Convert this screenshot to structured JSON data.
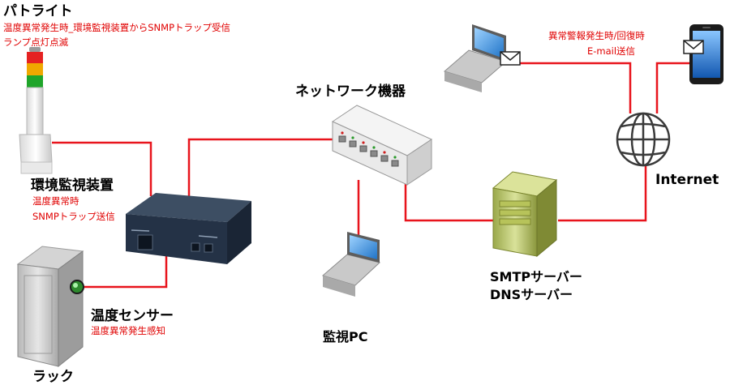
{
  "colors": {
    "link": "#e8141c",
    "note_text": "#e00000",
    "label_text": "#000000"
  },
  "patlite": {
    "title": "パトライト",
    "note_line1": "温度異常発生時_環境監視装置からSNMPトラップ受信",
    "note_line2": "ランプ点灯点滅"
  },
  "monitor_device": {
    "title": "環境監視装置",
    "note_line1": "温度異常時",
    "note_line2": "SNMPトラップ送信"
  },
  "temp_sensor": {
    "title": "温度センサー",
    "note": "温度異常発生感知"
  },
  "rack": {
    "title": "ラック"
  },
  "network_device": {
    "title": "ネットワーク機器"
  },
  "monitor_pc": {
    "title": "監視PC"
  },
  "server": {
    "title_line1": "SMTPサーバー",
    "title_line2": "DNSサーバー"
  },
  "internet": {
    "title": "Internet"
  },
  "email_note": {
    "line1": "異常警報発生時/回復時",
    "line2": "E-mail送信"
  },
  "icons": [
    "patlite-icon",
    "monitor-device-icon",
    "rack-icon",
    "temp-sensor-icon",
    "switch-icon",
    "laptop-icon",
    "server-icon",
    "globe-icon",
    "smartphone-icon",
    "mail-icon"
  ]
}
